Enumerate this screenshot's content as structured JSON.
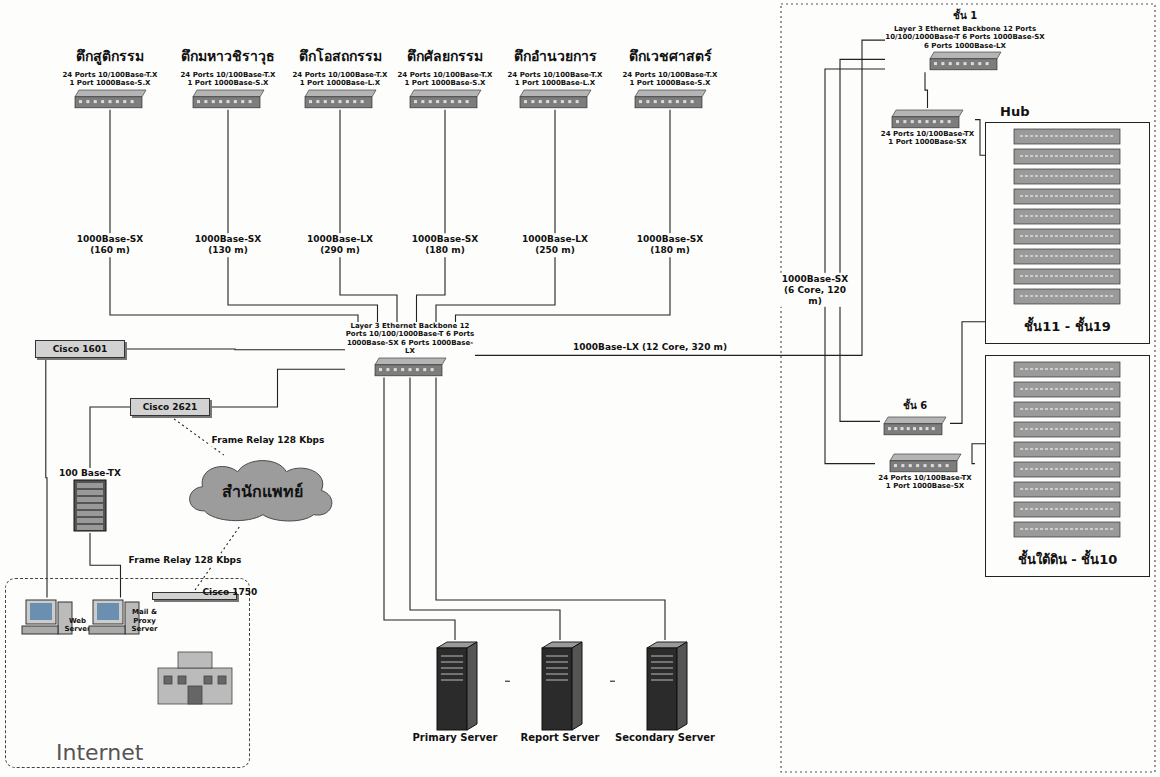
{
  "diagram": {
    "nodes": [
      {
        "text": [
          "ตึกสูติกรรม",
          "24 Ports 10/100Base-T.X 1 Port 1000Base-S.X"
        ]
      },
      {
        "text": [
          "ตึกมหาวชิราวุธ",
          "24 Ports 10/100Base-T.X 1 Port 1000Base-S.X"
        ]
      },
      {
        "text": [
          "ตึกโอสถกรรม",
          "24 Ports 10/100Base-T.X 1 Port 1000Base-L.X"
        ]
      },
      {
        "text": [
          "ตึกศัลยกรรม",
          "24 Ports 10/100Base-T.X 1 Port 1000Base-S.X"
        ]
      },
      {
        "text": [
          "ตึกอำนวยการ",
          "24 Ports 10/100Base-T.X 1 Port 1000Base-L.X"
        ]
      },
      {
        "text": [
          "ตึกเวชศาสตร์",
          "24 Ports 10/100Base-T.X 1 Port 1000Base-S.X"
        ]
      },
      {
        "text": [
          "Layer 3 Ethernet Backbone 12 Ports 10/100/1000Base-T 6 Ports 1000Base-SX 6 Ports 1000Base-LX"
        ]
      },
      {
        "text": [
          "Cisco 1601"
        ]
      },
      {
        "text": [
          "Cisco 2621"
        ]
      },
      {
        "text": [
          "สำนักแพทย์"
        ]
      },
      {
        "text": [
          "100 Base-TX"
        ]
      },
      {
        "text": [
          "Internet"
        ]
      },
      {
        "text": [
          "Web Server"
        ],
        "in": 11
      },
      {
        "text": [
          "Mail & Proxy Server"
        ],
        "in": 11
      },
      {
        "text": [
          "Cisco 1750"
        ],
        "in": 11
      },
      {
        "text": [
          "Primary Server"
        ]
      },
      {
        "text": [
          "Report Server"
        ]
      },
      {
        "text": [
          "Secondary Server"
        ]
      },
      {
        "text": [
          "ชั้น 1",
          "Layer 3 Ethernet Backbone 12 Ports 10/100/1000Base-T 6 Ports 1000Base-SX 6 Ports 1000Base-LX"
        ]
      },
      {
        "text": [
          "24 Ports 10/100Base-TX 1 Port 1000Base-SX"
        ]
      },
      {
        "text": [
          "Hub",
          "ชั้น11 - ชั้น19"
        ]
      },
      {
        "text": [
          "ชั้น 6"
        ]
      },
      {
        "text": [
          "24 Ports 10/100Base-TX 1 Port 1000Base-SX"
        ]
      },
      {
        "text": [
          "ชั้นใต้ดิน - ชั้น10"
        ]
      }
    ],
    "edges": [
      {
        "from": 0,
        "to": 6,
        "arrow": "none",
        "label": "1000Base-SX (160 m)"
      },
      {
        "from": 1,
        "to": 6,
        "arrow": "none",
        "label": "1000Base-SX (130 m)"
      },
      {
        "from": 2,
        "to": 6,
        "arrow": "none",
        "label": "1000Base-LX (290 m)"
      },
      {
        "from": 3,
        "to": 6,
        "arrow": "none",
        "label": "1000Base-SX (180 m)"
      },
      {
        "from": 4,
        "to": 6,
        "arrow": "none",
        "label": "1000Base-LX (250 m)"
      },
      {
        "from": 5,
        "to": 6,
        "arrow": "none",
        "label": "1000Base-SX (180 m)"
      },
      {
        "from": 7,
        "to": 6,
        "arrow": "none"
      },
      {
        "from": 8,
        "to": 6,
        "arrow": "none"
      },
      {
        "from": 8,
        "to": 9,
        "arrow": "none",
        "label": "Frame Relay 128 Kbps"
      },
      {
        "from": 9,
        "to": 14,
        "arrow": "none",
        "label": "Frame Relay 128 Kbps"
      },
      {
        "from": 7,
        "to": 12,
        "arrow": "none"
      },
      {
        "from": 8,
        "to": 10,
        "arrow": "none"
      },
      {
        "from": 10,
        "to": 13,
        "arrow": "none"
      },
      {
        "from": 6,
        "to": 15,
        "arrow": "none"
      },
      {
        "from": 6,
        "to": 16,
        "arrow": "none"
      },
      {
        "from": 6,
        "to": 17,
        "arrow": "none"
      },
      {
        "from": 15,
        "to": 16,
        "arrow": "none"
      },
      {
        "from": 16,
        "to": 17,
        "arrow": "none"
      },
      {
        "from": 6,
        "to": 18,
        "arrow": "none",
        "label": "1000Base-LX (12 Core, 320 m)"
      },
      {
        "from": 18,
        "to": 19,
        "arrow": "none"
      },
      {
        "from": 19,
        "to": 20,
        "arrow": "none"
      },
      {
        "from": 18,
        "to": 21,
        "arrow": "none",
        "label": "1000Base-SX (6 Core, 120 m)"
      },
      {
        "from": 18,
        "to": 22,
        "arrow": "none"
      },
      {
        "from": 21,
        "to": 20,
        "arrow": "none"
      },
      {
        "from": 22,
        "to": 23,
        "arrow": "none"
      }
    ]
  }
}
